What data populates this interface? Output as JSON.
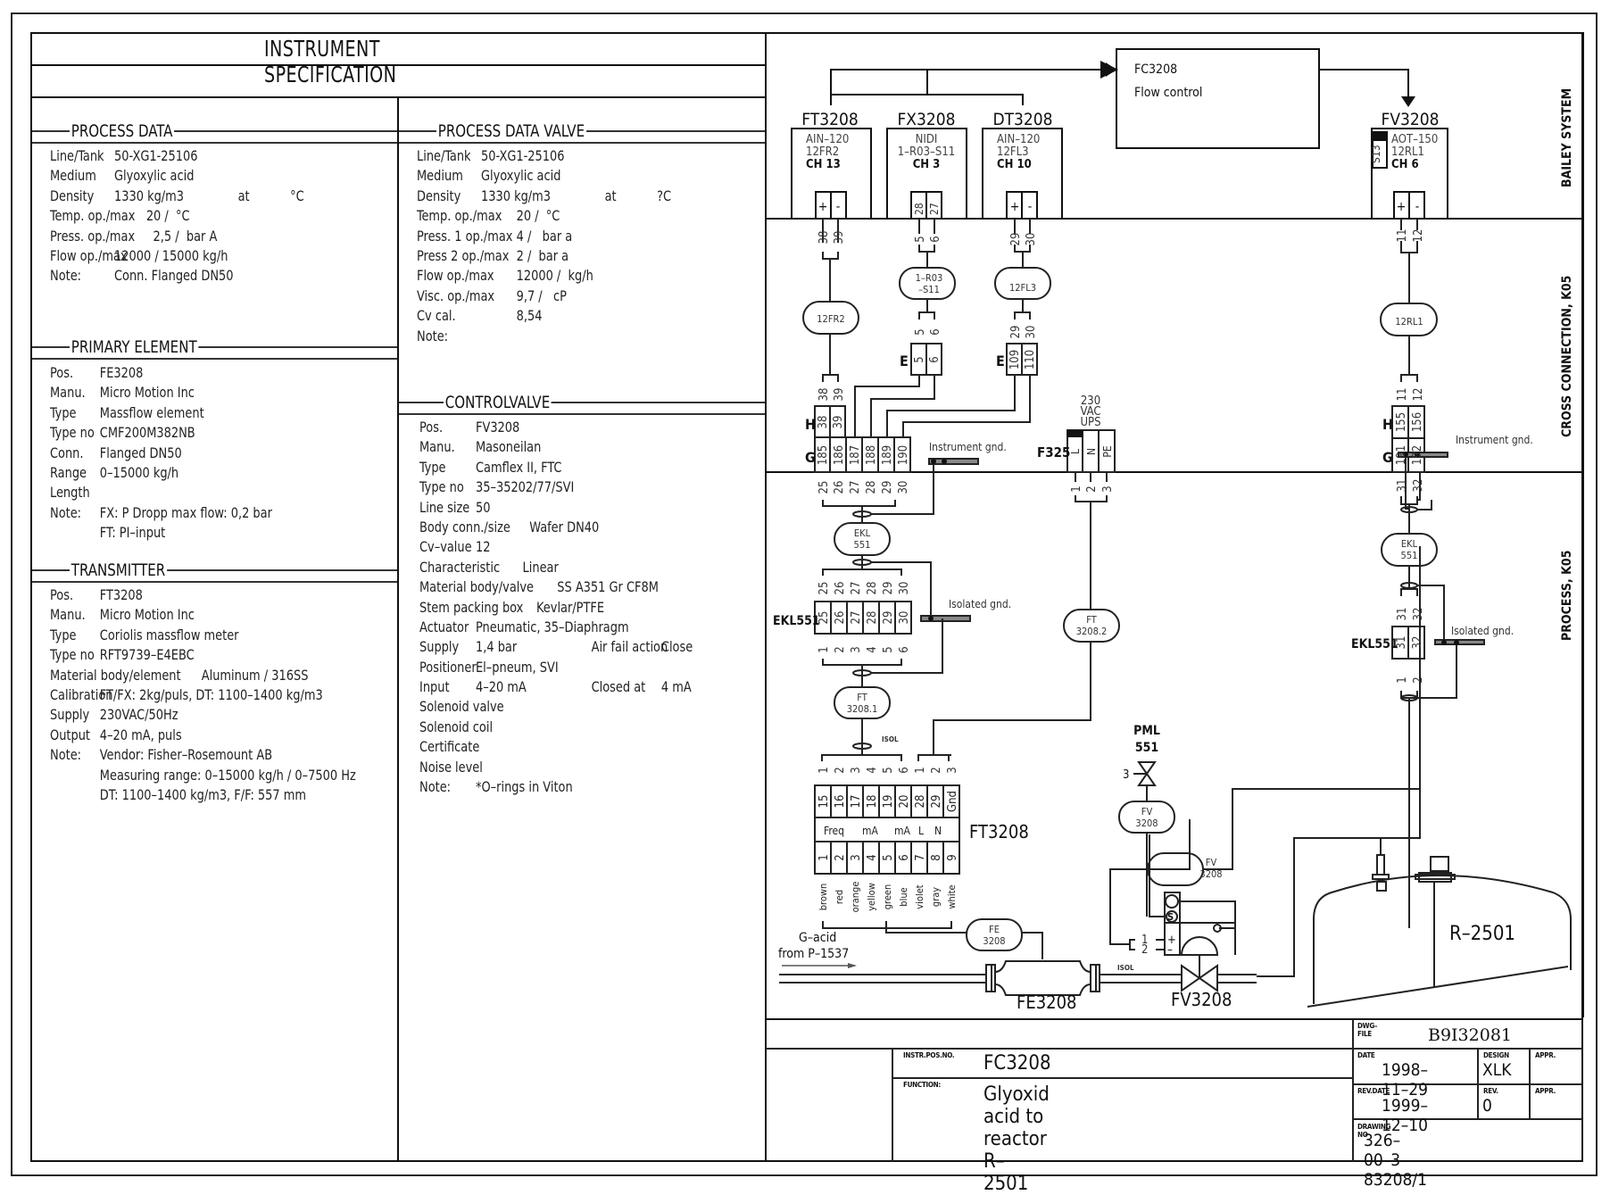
{
  "title": "INSTRUMENT SPECIFICATION",
  "process_data": {
    "heading": "PROCESS DATA",
    "rows": [
      {
        "label": "Line/Tank",
        "value": "50-XG1-25106"
      },
      {
        "label": "Medium",
        "value": "Glyoxylic acid"
      },
      {
        "label": "Density",
        "value": "1330 kg/m3",
        "extra1": "at",
        "extra2": "°C"
      },
      {
        "label": "Temp. op./max",
        "value": "20 /  °C"
      },
      {
        "label": "Press. op./max",
        "value": "2,5 /  bar A"
      },
      {
        "label": "Flow op./max",
        "value": "12000 / 15000 kg/h"
      },
      {
        "label": "Note:",
        "value": "Conn. Flanged DN50"
      }
    ]
  },
  "primary_element": {
    "heading": "PRIMARY ELEMENT",
    "rows": [
      {
        "label": "Pos.",
        "value": "FE3208"
      },
      {
        "label": "Manu.",
        "value": "Micro Motion Inc"
      },
      {
        "label": "Type",
        "value": "Massflow element"
      },
      {
        "label": "Type no",
        "value": "CMF200M382NB"
      },
      {
        "label": "Conn.",
        "value": "Flanged DN50"
      },
      {
        "label": "Range",
        "value": "0–15000 kg/h"
      },
      {
        "label": "Length",
        "value": ""
      },
      {
        "label": "Note:",
        "value": "FX: P Dropp max flow: 0,2 bar"
      },
      {
        "label": "",
        "value": "FT: PI–input"
      }
    ]
  },
  "transmitter": {
    "heading": "TRANSMITTER",
    "rows": [
      {
        "label": "Pos.",
        "value": "FT3208"
      },
      {
        "label": "Manu.",
        "value": "Micro Motion Inc"
      },
      {
        "label": "Type",
        "value": "Coriolis massflow meter"
      },
      {
        "label": "Type no",
        "value": "RFT9739–E4EBC"
      },
      {
        "label": "Material body/element",
        "value": "Aluminum / 316SS"
      },
      {
        "label": "Calibration",
        "value": "FT/FX: 2kg/puls, DT: 1100–1400 kg/m3"
      },
      {
        "label": "Supply",
        "value": "230VAC/50Hz"
      },
      {
        "label": "Output",
        "value": "4–20 mA, puls"
      },
      {
        "label": "Note:",
        "value": "Vendor: Fisher–Rosemount AB"
      },
      {
        "label": "",
        "value": "Measuring range: 0–15000 kg/h / 0–7500 Hz"
      },
      {
        "label": "",
        "value": "DT: 1100–1400 kg/m3, F/F: 557 mm"
      }
    ]
  },
  "process_data_valve": {
    "heading": "PROCESS DATA VALVE",
    "rows": [
      {
        "label": "Line/Tank",
        "value": "50-XG1-25106"
      },
      {
        "label": "Medium",
        "value": "Glyoxylic acid"
      },
      {
        "label": "Density",
        "value": "1330 kg/m3",
        "extra1": "at",
        "extra2": "?C"
      },
      {
        "label": "Temp. op./max",
        "value": "20 /  °C"
      },
      {
        "label": "Press. 1 op./max",
        "value": "4 /   bar a"
      },
      {
        "label": "Press 2 op./max",
        "value": "2 /  bar a"
      },
      {
        "label": "Flow op./max",
        "value": "12000 /  kg/h"
      },
      {
        "label": "Visc. op./max",
        "value": "9,7 /   cP"
      },
      {
        "label": "Cv cal.",
        "value": "8,54"
      },
      {
        "label": "Note:",
        "value": ""
      }
    ]
  },
  "controlvalve": {
    "heading": "CONTROLVALVE",
    "rows": [
      {
        "label": "Pos.",
        "value": "FV3208"
      },
      {
        "label": "Manu.",
        "value": "Masoneilan"
      },
      {
        "label": "Type",
        "value": "Camflex II, FTC"
      },
      {
        "label": "Type no",
        "value": "35–35202/77/SVI"
      },
      {
        "label": "Line size",
        "value": "50"
      },
      {
        "label": "Body conn./size",
        "value": "Wafer DN40"
      },
      {
        "label": "Cv–value",
        "value": "12"
      },
      {
        "label": "Characteristic",
        "value": "Linear"
      },
      {
        "label": "Material body/valve",
        "value": "SS A351 Gr CF8M"
      },
      {
        "label": "Stem packing box",
        "value": "Kevlar/PTFE"
      },
      {
        "label": "Actuator",
        "value": "Pneumatic, 35–Diaphragm"
      },
      {
        "label": "Supply",
        "value": "1,4 bar",
        "extra1": "Air fail action",
        "extra2": "Close"
      },
      {
        "label": "Positioner",
        "value": "El–pneum, SVI"
      },
      {
        "label": "Input",
        "value": "4–20 mA",
        "extra1": "Closed at",
        "extra2": "4 mA"
      },
      {
        "label": "Solenoid valve",
        "value": ""
      },
      {
        "label": "Solenoid coil",
        "value": ""
      },
      {
        "label": "Certificate",
        "value": ""
      },
      {
        "label": "Noise level",
        "value": ""
      },
      {
        "label": "Note:",
        "value": "*O–rings in Viton"
      }
    ]
  },
  "diagram": {
    "zones": {
      "bailey": "BAILEY SYSTEM",
      "cross": "CROSS CONNECTION, K05",
      "process": "PROCESS, K05"
    },
    "controller": {
      "tag": "FC3208",
      "desc": "Flow control"
    },
    "bailey_cards": [
      {
        "tag": "FT3208",
        "l1": "AIN–120",
        "l2": "12FR2",
        "l3": "CH 13",
        "t1": "+",
        "t2": "-"
      },
      {
        "tag": "FX3208",
        "l1": "NIDI",
        "l2": "1–R03–S11",
        "l3": "CH 3",
        "t1": "28",
        "t2": "27"
      },
      {
        "tag": "DT3208",
        "l1": "AIN–120",
        "l2": "12FL3",
        "l3": "CH 10",
        "t1": "+",
        "t2": "-"
      },
      {
        "tag": "FV3208",
        "l1": "AOT–150",
        "l2": "12RL1",
        "l3": "CH 6",
        "slot": "S13",
        "t1": "+",
        "t2": "-"
      }
    ],
    "wires": {
      "ft_top": [
        "38",
        "39"
      ],
      "fx_top": [
        "5",
        "6"
      ],
      "dt_top": [
        "29",
        "30"
      ],
      "fv_top": [
        "11",
        "12"
      ],
      "fx_bot": [
        "5",
        "6"
      ],
      "dt_bot": [
        "29",
        "30"
      ],
      "ft_bot": [
        "38",
        "39"
      ],
      "fv_bot": [
        "11",
        "12"
      ],
      "g_out": [
        "25",
        "26",
        "27",
        "28",
        "29",
        "30"
      ],
      "ekl_in": [
        "25",
        "26",
        "27",
        "28",
        "29",
        "30"
      ],
      "ekl_out": [
        "1",
        "2",
        "3",
        "4",
        "5",
        "6"
      ],
      "ft_in": [
        "1",
        "2",
        "3",
        "4",
        "5",
        "6"
      ],
      "ft_pw": [
        "1",
        "2",
        "3"
      ],
      "f325_out": [
        "1",
        "2",
        "3"
      ],
      "fv_g_out": [
        "31",
        "32"
      ],
      "fv_ekl_in": [
        "31",
        "32"
      ],
      "fv_ekl_out": [
        "1",
        "2"
      ]
    },
    "cables": {
      "c12fr2": "12FR2",
      "c1r03": [
        "1–R03",
        "–S11"
      ],
      "c12fl3": "12FL3",
      "c12rl1": "12RL1",
      "ekl551": [
        "EKL",
        "551"
      ],
      "ekl551b": [
        "EKL",
        "551"
      ],
      "ft32081": [
        "FT",
        "3208.1"
      ],
      "ft32082": [
        "FT",
        "3208.2"
      ],
      "fv3208a": [
        "FV",
        "3208"
      ],
      "fv3208b": [
        "FV",
        "3208"
      ],
      "fe3208": [
        "FE",
        "3208"
      ]
    },
    "terminals": {
      "E": "E",
      "H": "H",
      "G": "G",
      "e_fx": [
        "5",
        "6"
      ],
      "e_dt": [
        "109",
        "110"
      ],
      "h_ft": [
        "38",
        "39"
      ],
      "g_row": [
        "185",
        "186",
        "187",
        "188",
        "189",
        "190"
      ],
      "h_fv": [
        "155",
        "156"
      ],
      "g_fv": [
        "191",
        "192"
      ],
      "f325": "F325",
      "f325_t": [
        "L",
        "N",
        "PE"
      ],
      "ups": [
        "230",
        "VAC",
        "UPS"
      ],
      "ekl551": "EKL551",
      "ekl_row": [
        "25",
        "26",
        "27",
        "28",
        "29",
        "30"
      ],
      "ekl_fv_row": [
        "31",
        "32"
      ]
    },
    "gnd": {
      "instrument": "Instrument gnd.",
      "isolated": "Isolated gnd.",
      "isol": "ISOL"
    },
    "transmitter_block": {
      "tag": "FT3208",
      "top": [
        "15",
        "16",
        "17",
        "18",
        "19",
        "20",
        "28",
        "29",
        "Gnd"
      ],
      "mid": [
        "Freq",
        "mA",
        "mA",
        "L",
        "N"
      ],
      "bot": [
        "1",
        "2",
        "3",
        "4",
        "5",
        "6",
        "7",
        "8",
        "9"
      ],
      "colors": [
        "brown",
        "red",
        "orange",
        "yellow",
        "green",
        "blue",
        "violet",
        "gray",
        "white"
      ]
    },
    "pml": [
      "PML",
      "551"
    ],
    "pml_port": "3",
    "positioner": {
      "s": "S",
      "p1": "1",
      "p2": "2",
      "plus": "+",
      "minus": "–"
    },
    "inlet": [
      "G–acid",
      "from P–1537"
    ],
    "fe_tag": "FE3208",
    "fv_tag": "FV3208",
    "reactor": "R–2501"
  },
  "title_block": {
    "instr_pos_label": "INSTR.POS.NO.",
    "instr_pos": "FC3208",
    "function_label": "FUNCTION:",
    "function": "Glyoxid acid to reactor R–2501",
    "dwg_file_label": "DWG–FILE",
    "dwg_file": "B9I32081",
    "date_label": "DATE",
    "date": "1998–11–29",
    "design_label": "DESIGN",
    "design": "XLK",
    "appr_label": "APPR.",
    "appr2_label": "APPR.",
    "rev_date_label": "REV.DATE",
    "rev_date": "1999–12–10",
    "rev_label": "REV.",
    "rev": "0",
    "drawing_no_label": "DRAWING NO",
    "drawing_no": "326–00–3–83208/1"
  }
}
